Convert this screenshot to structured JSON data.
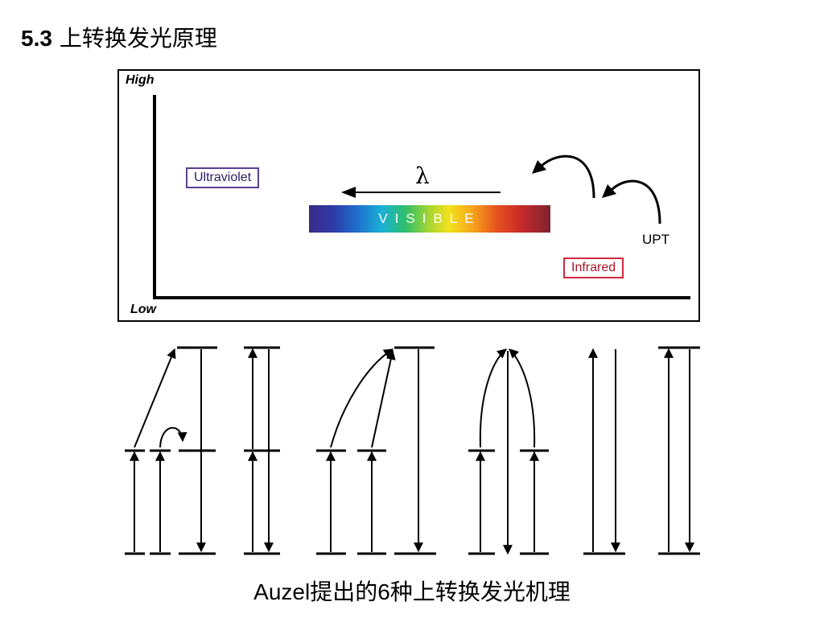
{
  "slide": {
    "section_number": "5.3",
    "section_title": "上转换发光原理",
    "caption_latin": "Auzel",
    "caption_cjk_1": "提出的",
    "caption_number": "6",
    "caption_cjk_2": "种上转换发光机理"
  },
  "spectrum_figure": {
    "axis_high": "High",
    "axis_low": "Low",
    "ultraviolet_label": "Ultraviolet",
    "wavelength_symbol": "λ",
    "visible_label": "VISIBLE",
    "upt_label": "UPT",
    "infrared_label": "Infrared",
    "colors": {
      "ultraviolet_border": "#5b3f93",
      "infrared_border": "#d2283f"
    }
  },
  "mechanism_diagram": {
    "mechanism_count": 6
  }
}
